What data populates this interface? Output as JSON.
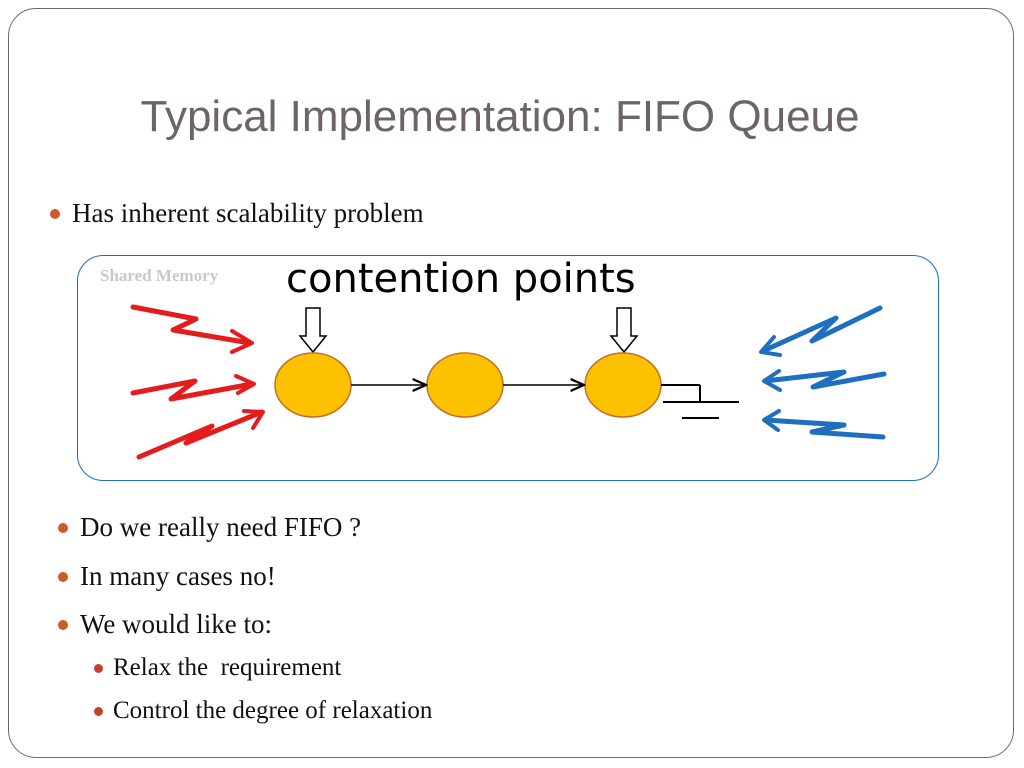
{
  "slide": {
    "title": "Typical Implementation: FIFO Queue",
    "bullets_top": [
      {
        "text": "Has inherent scalability problem"
      }
    ],
    "diagram": {
      "shared_memory_label": "Shared Memory",
      "contention_label": "contention points",
      "node_color": "#fdc100",
      "node_border": "#c0722a",
      "enqueue_arrow_color": "#e51c1c",
      "dequeue_arrow_color": "#1e6fc0",
      "box_border_color": "#1f6fbf"
    },
    "bullets_bottom": [
      {
        "text": "Do we really need FIFO ?",
        "level": 1
      },
      {
        "text": "In many cases no!",
        "level": 1
      },
      {
        "text": "We would like to:",
        "level": 1
      },
      {
        "text": "Relax the  requirement",
        "level": 2
      },
      {
        "text": "Control the degree of relaxation",
        "level": 2
      }
    ]
  }
}
